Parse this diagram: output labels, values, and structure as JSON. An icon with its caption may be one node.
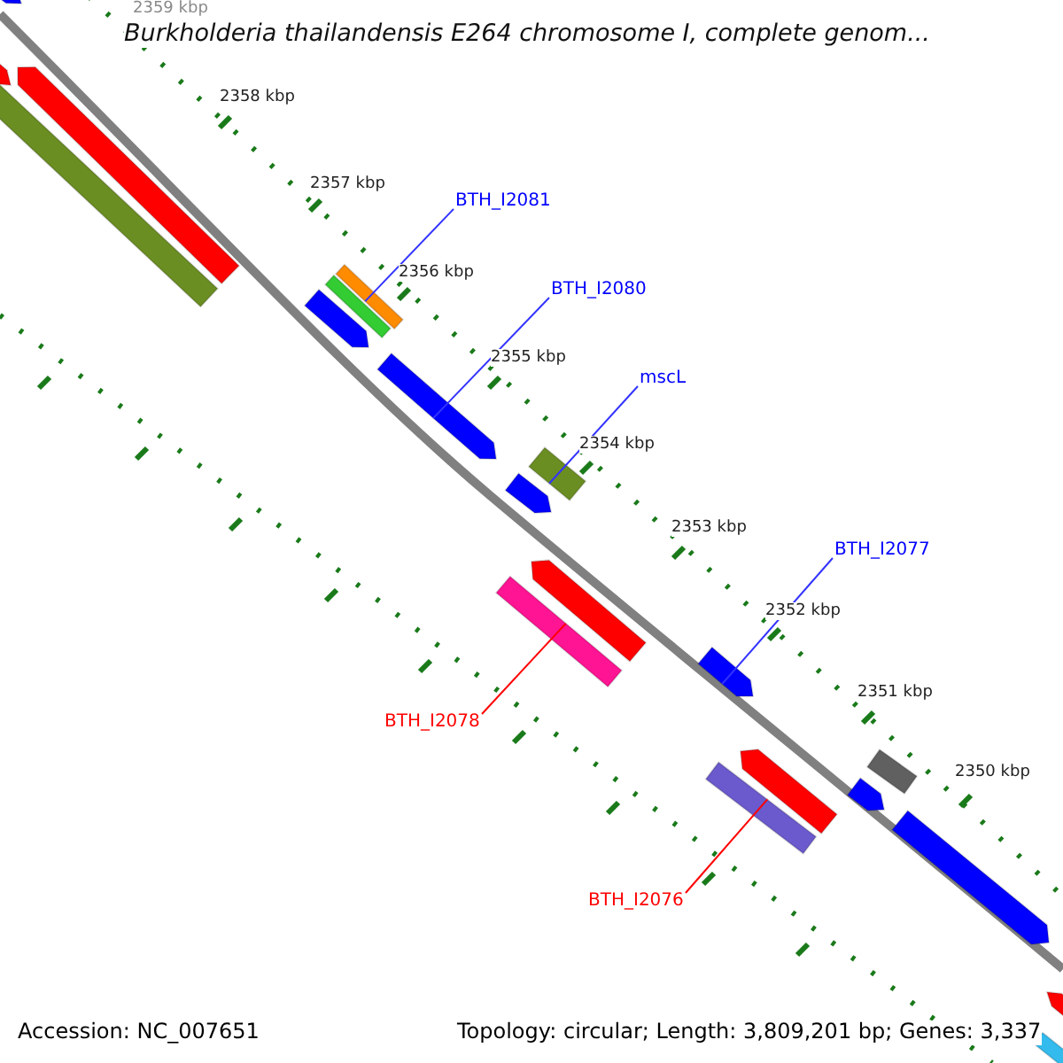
{
  "diagram": {
    "title": "Burkholderia thailandensis E264 chromosome I, complete genom...",
    "nodes": [
      {
        "text": [
          "BTH_I2081"
        ]
      },
      {
        "text": [],
        "shape": "bar"
      },
      {
        "text": [
          "BTH_I2080"
        ]
      },
      {
        "text": [],
        "shape": "arrow"
      },
      {
        "text": [
          "mscL"
        ]
      },
      {
        "text": [],
        "shape": "bar"
      },
      {
        "text": [
          "BTH_I2077"
        ]
      },
      {
        "text": [],
        "shape": "arrow"
      },
      {
        "text": [
          "BTH_I2078"
        ]
      },
      {
        "text": [],
        "shape": "bar"
      },
      {
        "text": [
          "BTH_I2076"
        ]
      },
      {
        "text": [],
        "shape": "bar"
      },
      {
        "text": [],
        "shape": "arrow"
      },
      {
        "text": [],
        "shape": "bar"
      },
      {
        "text": [],
        "shape": "arrow"
      },
      {
        "text": [],
        "shape": "arrow"
      },
      {
        "text": [],
        "shape": "bar"
      },
      {
        "text": [],
        "shape": "arrow"
      },
      {
        "text": [],
        "shape": "arrow"
      },
      {
        "text": [],
        "shape": "arrow"
      },
      {
        "text": [],
        "shape": "arrow"
      },
      {
        "text": [],
        "shape": "bar"
      },
      {
        "text": [],
        "shape": "arrow"
      },
      {
        "text": [],
        "shape": "arrow"
      },
      {
        "text": [],
        "shape": "arrow"
      },
      {
        "text": [],
        "shape": "bar"
      }
    ],
    "edges": [
      {
        "from": 0,
        "to": 1,
        "arrow": "none"
      },
      {
        "from": 2,
        "to": 3,
        "arrow": "none"
      },
      {
        "from": 4,
        "to": 5,
        "arrow": "none"
      },
      {
        "from": 6,
        "to": 7,
        "arrow": "none"
      },
      {
        "from": 8,
        "to": 9,
        "arrow": "none",
        "color": "#ff0000"
      },
      {
        "from": 10,
        "to": 11,
        "arrow": "none",
        "color": "#ff0000"
      }
    ],
    "labels": [
      "2359 kbp",
      "2358 kbp",
      "2357 kbp",
      "2356 kbp",
      "2355 kbp",
      "2354 kbp",
      "2353 kbp",
      "2352 kbp",
      "2351 kbp",
      "2350 kbp",
      "Accession: NC_007651",
      "Topology: circular; Length: 3,809,201 bp; Genes: 3,337"
    ]
  }
}
